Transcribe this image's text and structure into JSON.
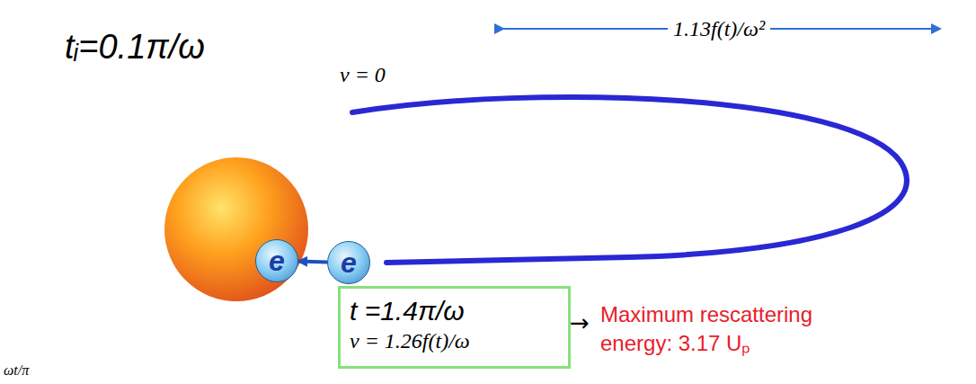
{
  "diagram": {
    "nodes": [
      {
        "text": [
          "e"
        ]
      },
      {
        "text": [
          "e"
        ]
      },
      {
        "text": [
          "t =1.4π/ω",
          "v = 1.26f(t)/ω"
        ]
      }
    ],
    "edges": [
      {
        "from": 1,
        "to": 0,
        "arrow": "to"
      }
    ],
    "labels": [
      "1.13f(t)/ω²",
      "tᵢ=0.1π/ω",
      "v = 0",
      "→",
      "Maximum rescattering energy: 3.17 Uₚ",
      "ωt/π"
    ]
  }
}
